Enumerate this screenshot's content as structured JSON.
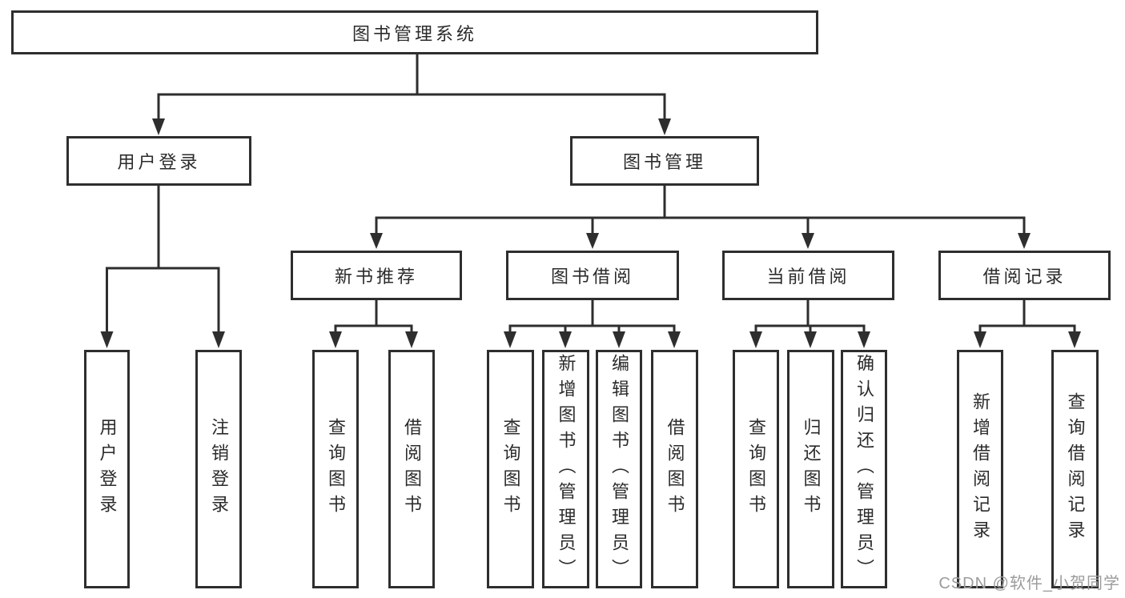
{
  "title": "图书管理系统",
  "colors": {
    "line": "#2e2e2e",
    "border": "#2e2e2e",
    "text": "#2b2b2b",
    "background": "#ffffff",
    "watermark": "#9c9c9c"
  },
  "tree": {
    "root": {
      "label": "图书管理系统"
    },
    "branches": [
      {
        "label": "用户登录",
        "children": [
          "用户登录",
          "注销登录"
        ]
      },
      {
        "label": "图书管理",
        "children": [
          {
            "label": "新书推荐",
            "children": [
              "查询图书",
              "借阅图书"
            ]
          },
          {
            "label": "图书借阅",
            "children": [
              "查询图书",
              "新增图书（管理员）",
              "编辑图书（管理员）",
              "借阅图书"
            ]
          },
          {
            "label": "当前借阅",
            "children": [
              "查询图书",
              "归还图书",
              "确认归还（管理员）"
            ]
          },
          {
            "label": "借阅记录",
            "children": [
              "新增借阅记录",
              "查询借阅记录"
            ]
          }
        ]
      }
    ]
  },
  "watermark": "CSDN @软件_小贺同学"
}
